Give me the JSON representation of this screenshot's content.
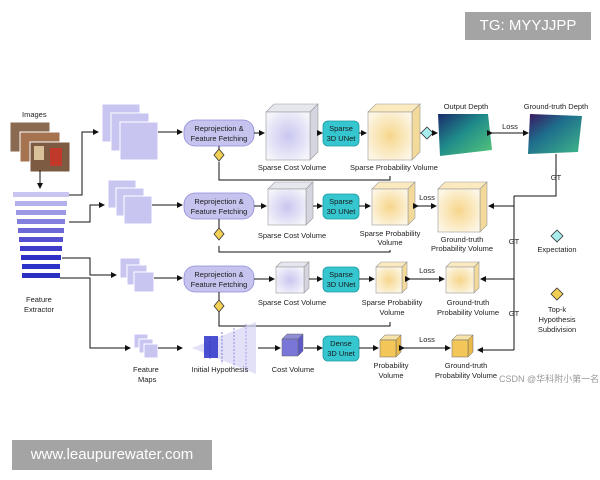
{
  "watermarks": {
    "top": "TG: MYYJJPP",
    "bottom": "www.leaupurewater.com",
    "csdn": "CSDN @华科附小第一名"
  },
  "labels": {
    "images": "Images",
    "feature_extractor": [
      "Feature",
      "Extractor"
    ],
    "feature_maps": [
      "Feature",
      "Maps"
    ],
    "initial_hypothesis": "Initial Hypothesis",
    "cost_volume": "Cost Volume",
    "sparse_cost_volume": "Sparse Cost Volume",
    "sparse_prob_volume_1": "Sparse Probability Volume",
    "sparse_prob_volume": [
      "Sparse Probability",
      "Volume"
    ],
    "probability_volume": [
      "Probability",
      "Volume"
    ],
    "gt_prob_volume": [
      "Ground-truth",
      "Probability Volume"
    ],
    "output_depth": "Output Depth",
    "gt_depth": "Ground-truth Depth",
    "loss": "Loss",
    "gt": "GT"
  },
  "boxes": {
    "reprojection": [
      "Reprojection &",
      "Feature Fetching"
    ],
    "sparse_unet": [
      "Sparse",
      "3D UNet"
    ],
    "dense_unet": [
      "Dense",
      "3D Unet"
    ]
  },
  "legend": {
    "expectation": "Expectation",
    "topk": [
      "Top-k",
      "Hypothesis",
      "Subdivision"
    ]
  },
  "colors": {
    "reprojection_fill": "#c6c4ee",
    "unet_fill": "#35c6cf",
    "feature_light": "#c8c6f0",
    "feature_dark": "#2c33c8",
    "prob_fill": "#f7d87d",
    "diamond_cyan": "#a8ecee",
    "diamond_yellow": "#f2cf55"
  }
}
